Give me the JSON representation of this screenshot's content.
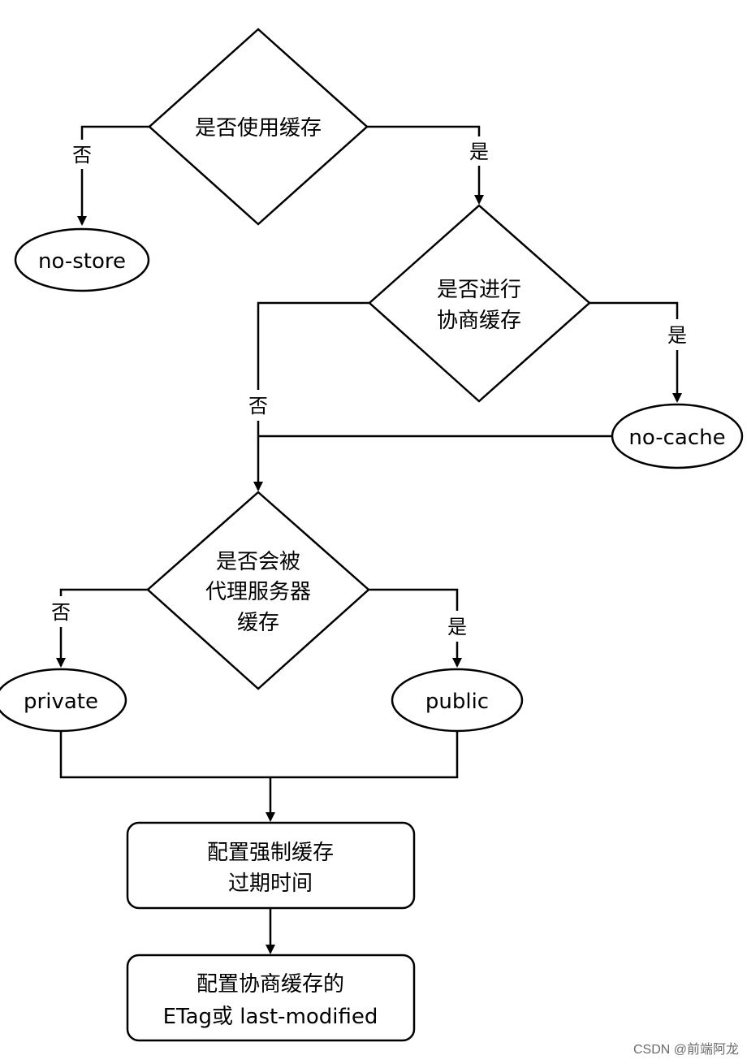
{
  "diagram": {
    "nodes": {
      "use_cache": "是否使用缓存",
      "no_store": "no-store",
      "negotiate_line1": "是否进行",
      "negotiate_line2": "协商缓存",
      "no_cache": "no-cache",
      "proxy_line1": "是否会被",
      "proxy_line2": "代理服务器",
      "proxy_line3": "缓存",
      "private": "private",
      "public": "public",
      "strong_line1": "配置强制缓存",
      "strong_line2": "过期时间",
      "etag_line1": "配置协商缓存的",
      "etag_line2": "ETag或 last-modified"
    },
    "edge_labels": {
      "use_cache_no": "否",
      "use_cache_yes": "是",
      "negotiate_no": "否",
      "negotiate_yes": "是",
      "proxy_no": "否",
      "proxy_yes": "是"
    }
  },
  "watermark": "CSDN @前端阿龙"
}
